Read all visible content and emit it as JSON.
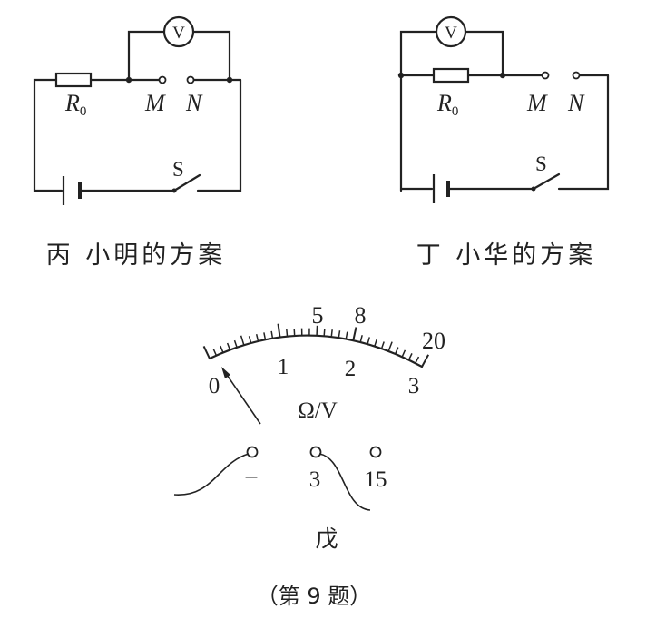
{
  "circuit_c": {
    "resistor": "R",
    "resistor_sub": "0",
    "meter": "V",
    "terminal_m": "M",
    "terminal_n": "N",
    "switch": "S",
    "caption": "丙 小明的方案"
  },
  "circuit_d": {
    "resistor": "R",
    "resistor_sub": "0",
    "meter": "V",
    "terminal_m": "M",
    "terminal_n": "N",
    "switch": "S",
    "caption": "丁 小华的方案"
  },
  "dial": {
    "outer_labels": [
      "5",
      "8",
      "20"
    ],
    "inner_labels": [
      "0",
      "1",
      "2",
      "3"
    ],
    "unit": "Ω/V",
    "terminals": [
      "–",
      "3",
      "15"
    ],
    "caption": "戊"
  },
  "figure_caption": "（第 9 题）"
}
